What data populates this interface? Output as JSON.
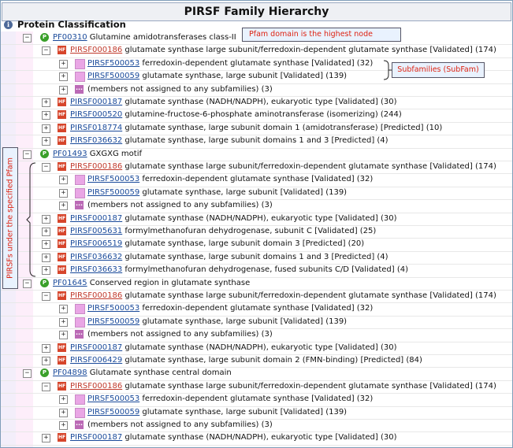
{
  "title": "PIRSF Family Hierarchy",
  "section_label": "Protein Classification",
  "annotations": {
    "pfam_callout": "Pfam domain is the highest node",
    "subfam_callout": "Subfamilies (SubFam)",
    "pirsf_vertical": "PIRSFs under the specified Pfam"
  },
  "rows": [
    {
      "type": "pf",
      "toggle": "minus",
      "id": "PF00310",
      "desc": "Glutamine amidotransferases class-II"
    },
    {
      "type": "hf",
      "toggle": "minus",
      "id": "PIRSF000186",
      "hl": true,
      "desc": "glutamate synthase large subunit/ferredoxin-dependent glutamate synthase [Validated] (174)"
    },
    {
      "type": "sf",
      "toggle": "plus",
      "id": "PIRSF500053",
      "desc": "ferredoxin-dependent glutamate synthase [Validated] (32)"
    },
    {
      "type": "sf",
      "toggle": "plus",
      "id": "PIRSF500059",
      "desc": "glutamate synthase, large subunit [Validated] (139)"
    },
    {
      "type": "dots",
      "toggle": "plus",
      "id": "",
      "desc": "(members not assigned to any subfamilies) (3)"
    },
    {
      "type": "hf",
      "toggle": "plus",
      "id": "PIRSF000187",
      "desc": "glutamate synthase (NADH/NADPH), eukaryotic type [Validated] (30)"
    },
    {
      "type": "hf",
      "toggle": "plus",
      "id": "PIRSF000520",
      "desc": "glutamine-fructose-6-phosphate aminotransferase (isomerizing) (244)"
    },
    {
      "type": "hf",
      "toggle": "plus",
      "id": "PIRSF018774",
      "desc": "glutamate synthase, large subunit domain 1 (amidotransferase) [Predicted] (10)"
    },
    {
      "type": "hf",
      "toggle": "plus",
      "id": "PIRSF036632",
      "desc": "glutamate synthase, large subunit domains 1 and 3 [Predicted] (4)"
    },
    {
      "type": "pf",
      "toggle": "minus",
      "id": "PF01493",
      "desc": "GXGXG motif"
    },
    {
      "type": "hf",
      "toggle": "minus",
      "id": "PIRSF000186",
      "hl": true,
      "desc": "glutamate synthase large subunit/ferredoxin-dependent glutamate synthase [Validated] (174)"
    },
    {
      "type": "sf",
      "toggle": "plus",
      "id": "PIRSF500053",
      "desc": "ferredoxin-dependent glutamate synthase [Validated] (32)"
    },
    {
      "type": "sf",
      "toggle": "plus",
      "id": "PIRSF500059",
      "desc": "glutamate synthase, large subunit [Validated] (139)"
    },
    {
      "type": "dots",
      "toggle": "plus",
      "id": "",
      "desc": "(members not assigned to any subfamilies) (3)"
    },
    {
      "type": "hf",
      "toggle": "plus",
      "id": "PIRSF000187",
      "desc": "glutamate synthase (NADH/NADPH), eukaryotic type [Validated] (30)"
    },
    {
      "type": "hf",
      "toggle": "plus",
      "id": "PIRSF005631",
      "desc": "formylmethanofuran dehydrogenase, subunit C [Validated] (25)"
    },
    {
      "type": "hf",
      "toggle": "plus",
      "id": "PIRSF006519",
      "desc": "glutamate synthase, large subunit domain 3 [Predicted] (20)"
    },
    {
      "type": "hf",
      "toggle": "plus",
      "id": "PIRSF036632",
      "desc": "glutamate synthase, large subunit domains 1 and 3 [Predicted] (4)"
    },
    {
      "type": "hf",
      "toggle": "plus",
      "id": "PIRSF036633",
      "desc": "formylmethanofuran dehydrogenase, fused subunits C/D [Validated] (4)"
    },
    {
      "type": "pf",
      "toggle": "minus",
      "id": "PF01645",
      "desc": "Conserved region in glutamate synthase"
    },
    {
      "type": "hf",
      "toggle": "minus",
      "id": "PIRSF000186",
      "hl": true,
      "desc": "glutamate synthase large subunit/ferredoxin-dependent glutamate synthase [Validated] (174)"
    },
    {
      "type": "sf",
      "toggle": "plus",
      "id": "PIRSF500053",
      "desc": "ferredoxin-dependent glutamate synthase [Validated] (32)"
    },
    {
      "type": "sf",
      "toggle": "plus",
      "id": "PIRSF500059",
      "desc": "glutamate synthase, large subunit [Validated] (139)"
    },
    {
      "type": "dots",
      "toggle": "plus",
      "id": "",
      "desc": "(members not assigned to any subfamilies) (3)"
    },
    {
      "type": "hf",
      "toggle": "plus",
      "id": "PIRSF000187",
      "desc": "glutamate synthase (NADH/NADPH), eukaryotic type [Validated] (30)"
    },
    {
      "type": "hf",
      "toggle": "plus",
      "id": "PIRSF006429",
      "desc": "glutamate synthase, large subunit domain 2 (FMN-binding) [Predicted] (84)"
    },
    {
      "type": "pf",
      "toggle": "minus",
      "id": "PF04898",
      "desc": "Glutamate synthase central domain"
    },
    {
      "type": "hf",
      "toggle": "minus",
      "id": "PIRSF000186",
      "hl": true,
      "desc": "glutamate synthase large subunit/ferredoxin-dependent glutamate synthase [Validated] (174)"
    },
    {
      "type": "sf",
      "toggle": "plus",
      "id": "PIRSF500053",
      "desc": "ferredoxin-dependent glutamate synthase [Validated] (32)"
    },
    {
      "type": "sf",
      "toggle": "plus",
      "id": "PIRSF500059",
      "desc": "glutamate synthase, large subunit [Validated] (139)"
    },
    {
      "type": "dots",
      "toggle": "plus",
      "id": "",
      "desc": "(members not assigned to any subfamilies) (3)"
    },
    {
      "type": "hf",
      "toggle": "plus",
      "id": "PIRSF000187",
      "desc": "glutamate synthase (NADH/NADPH), eukaryotic type [Validated] (30)"
    }
  ],
  "colors": {
    "pf_icon": "#3aa02a",
    "hf_icon": "#d6452b",
    "sf_icon": "#e9a6e5",
    "link": "#1a4a9a",
    "callout_text": "#dd2211"
  }
}
